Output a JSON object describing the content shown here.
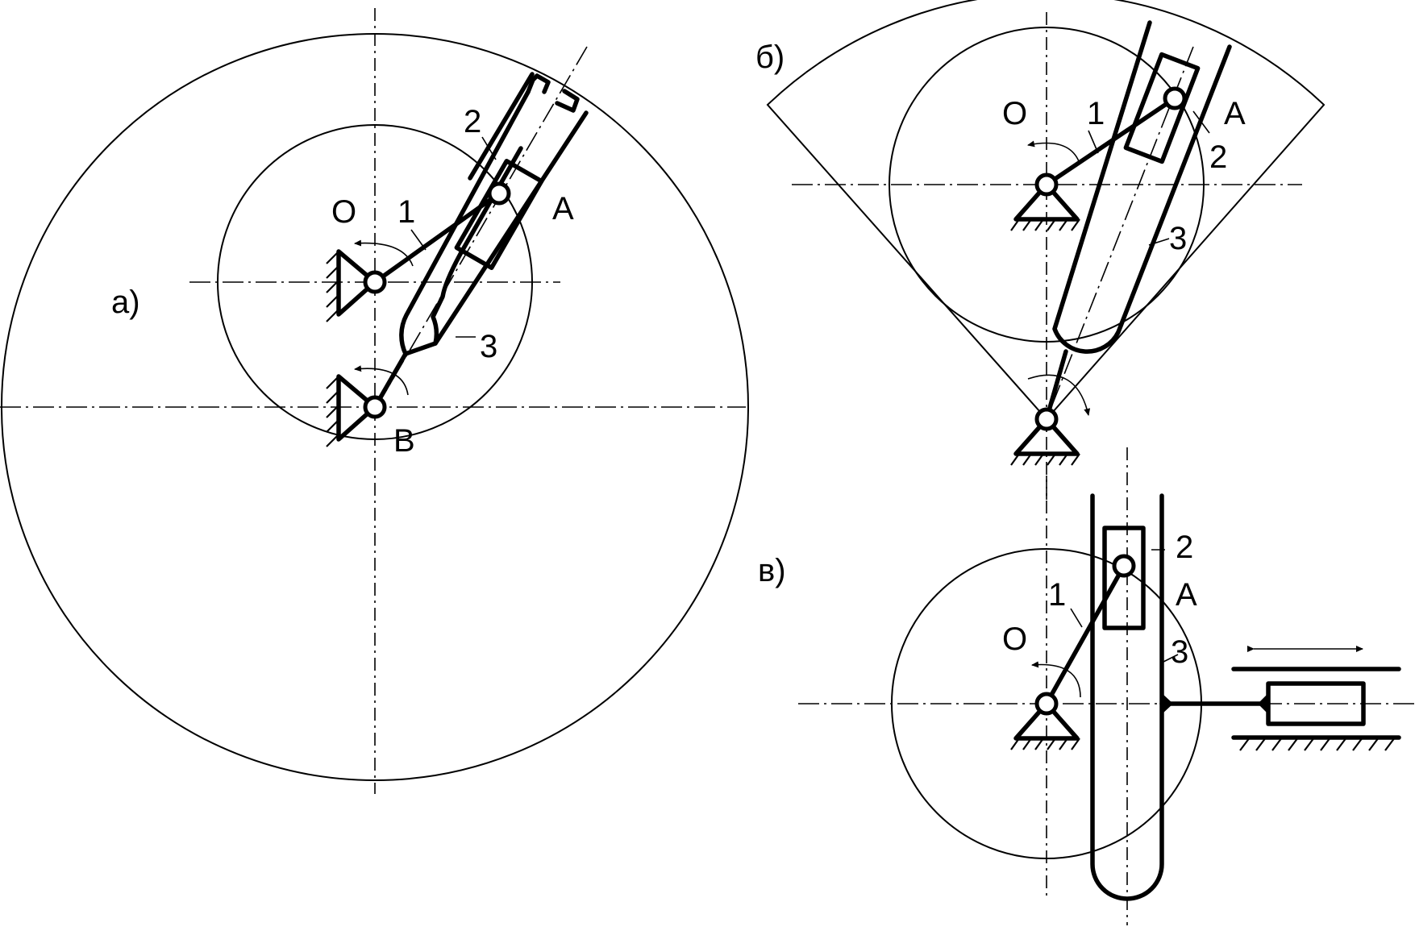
{
  "figure_a": {
    "caption": "а)",
    "point_o": "O",
    "point_a": "A",
    "point_b": "B",
    "link_1": "1",
    "link_2": "2",
    "link_3": "3"
  },
  "figure_b": {
    "caption": "б)",
    "point_o": "O",
    "point_a": "A",
    "link_1": "1",
    "link_2": "2",
    "link_3": "3"
  },
  "figure_c": {
    "caption": "в)",
    "point_o": "O",
    "point_a": "A",
    "link_1": "1",
    "link_2": "2",
    "link_3": "3"
  }
}
